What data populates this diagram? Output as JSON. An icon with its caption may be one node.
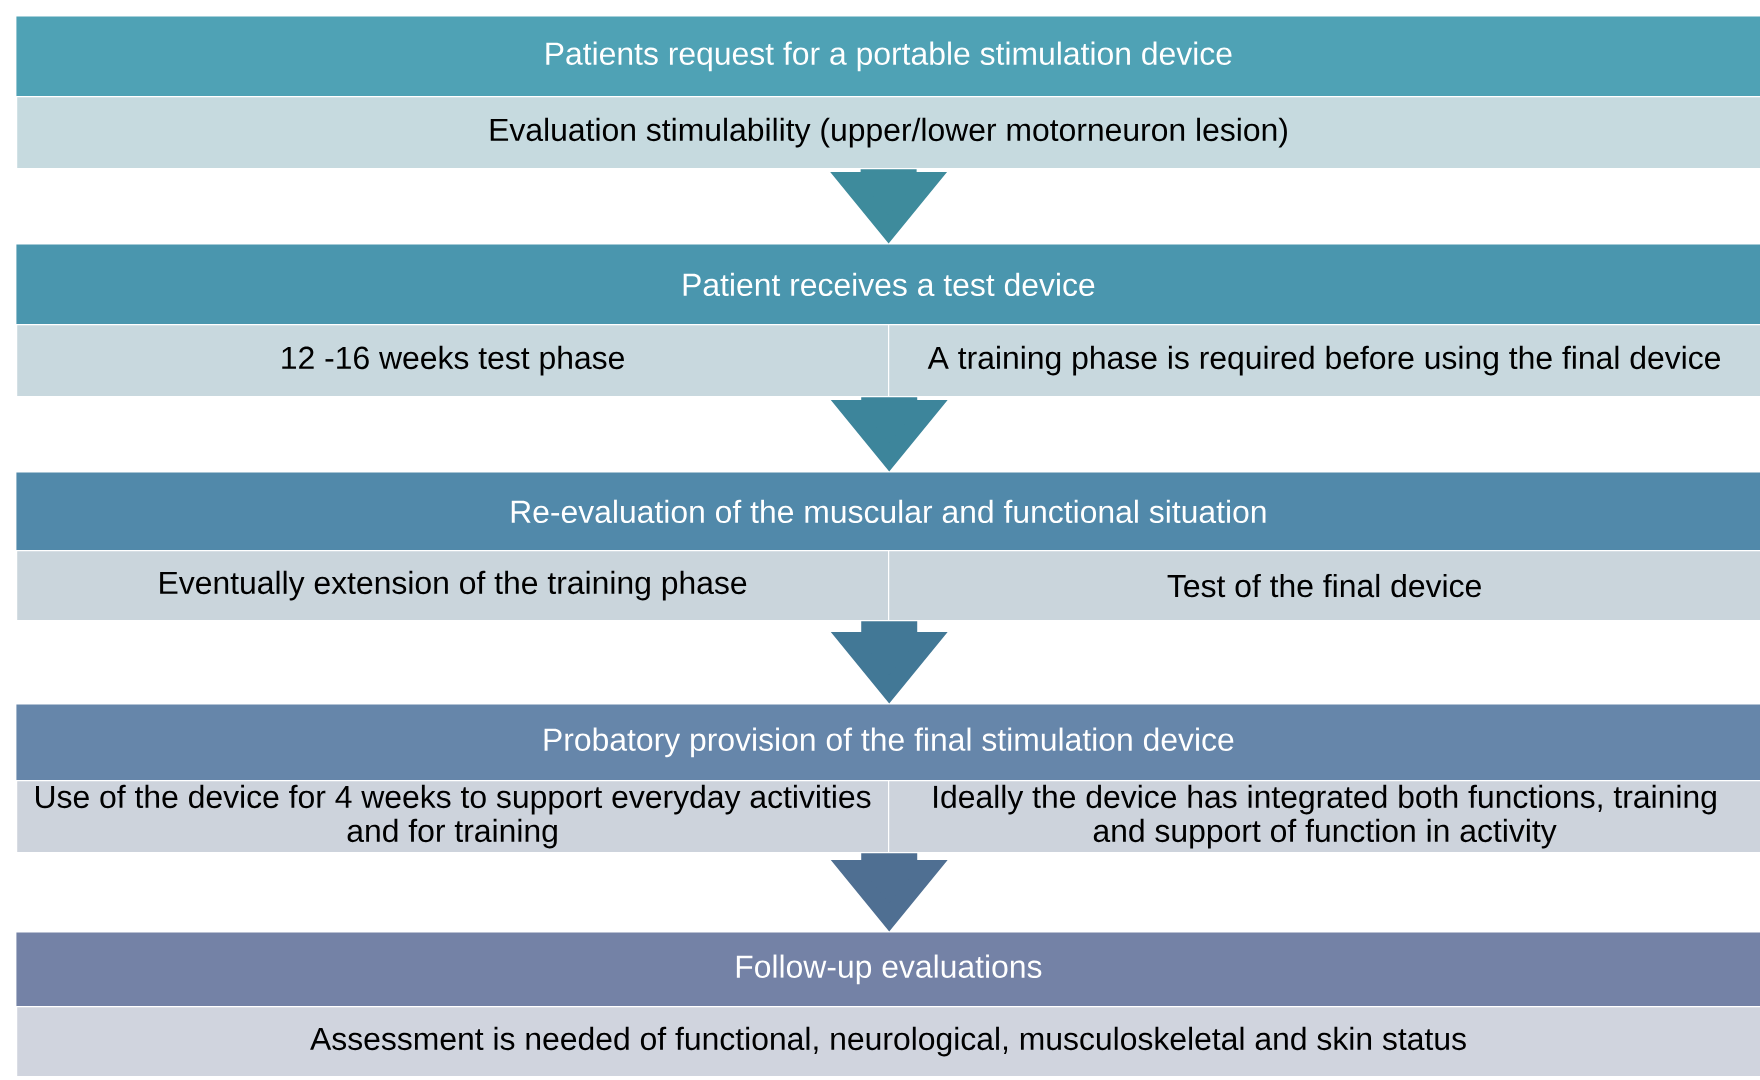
{
  "diagram": {
    "nodes": [
      {
        "text": [
          "Patients request for a portable stimulation device"
        ]
      },
      {
        "text": [
          "Evaluation stimulability (upper/lower motorneuron lesion)"
        ]
      },
      {
        "text": [
          "Patient receives a test device"
        ]
      },
      {
        "text": [
          "12 -16 weeks test phase"
        ]
      },
      {
        "text": [
          "A training phase is required before using the final device"
        ]
      },
      {
        "text": [
          "Re-evaluation of the muscular and functional situation"
        ]
      },
      {
        "text": [
          "Eventually extension of the training phase"
        ]
      },
      {
        "text": [
          "Test of the final device"
        ]
      },
      {
        "text": [
          "Probatory provision of the final stimulation device"
        ]
      },
      {
        "text": [
          "Use of the device for 4 weeks to support everyday activities and for training"
        ]
      },
      {
        "text": [
          "Ideally the device has integrated both functions, training and support of function in activity"
        ]
      },
      {
        "text": [
          "Follow-up evaluations"
        ]
      },
      {
        "text": [
          "Assessment is needed of functional, neurological, musculoskeletal and skin status"
        ]
      }
    ],
    "edges": [
      {
        "from": 1,
        "to": 2,
        "arrow": "to"
      },
      {
        "from": 3,
        "to": 5,
        "arrow": "to"
      },
      {
        "from": 4,
        "to": 5,
        "arrow": "to"
      },
      {
        "from": 6,
        "to": 8,
        "arrow": "to"
      },
      {
        "from": 7,
        "to": 8,
        "arrow": "to"
      },
      {
        "from": 9,
        "to": 11,
        "arrow": "to"
      },
      {
        "from": 10,
        "to": 11,
        "arrow": "to"
      }
    ]
  }
}
